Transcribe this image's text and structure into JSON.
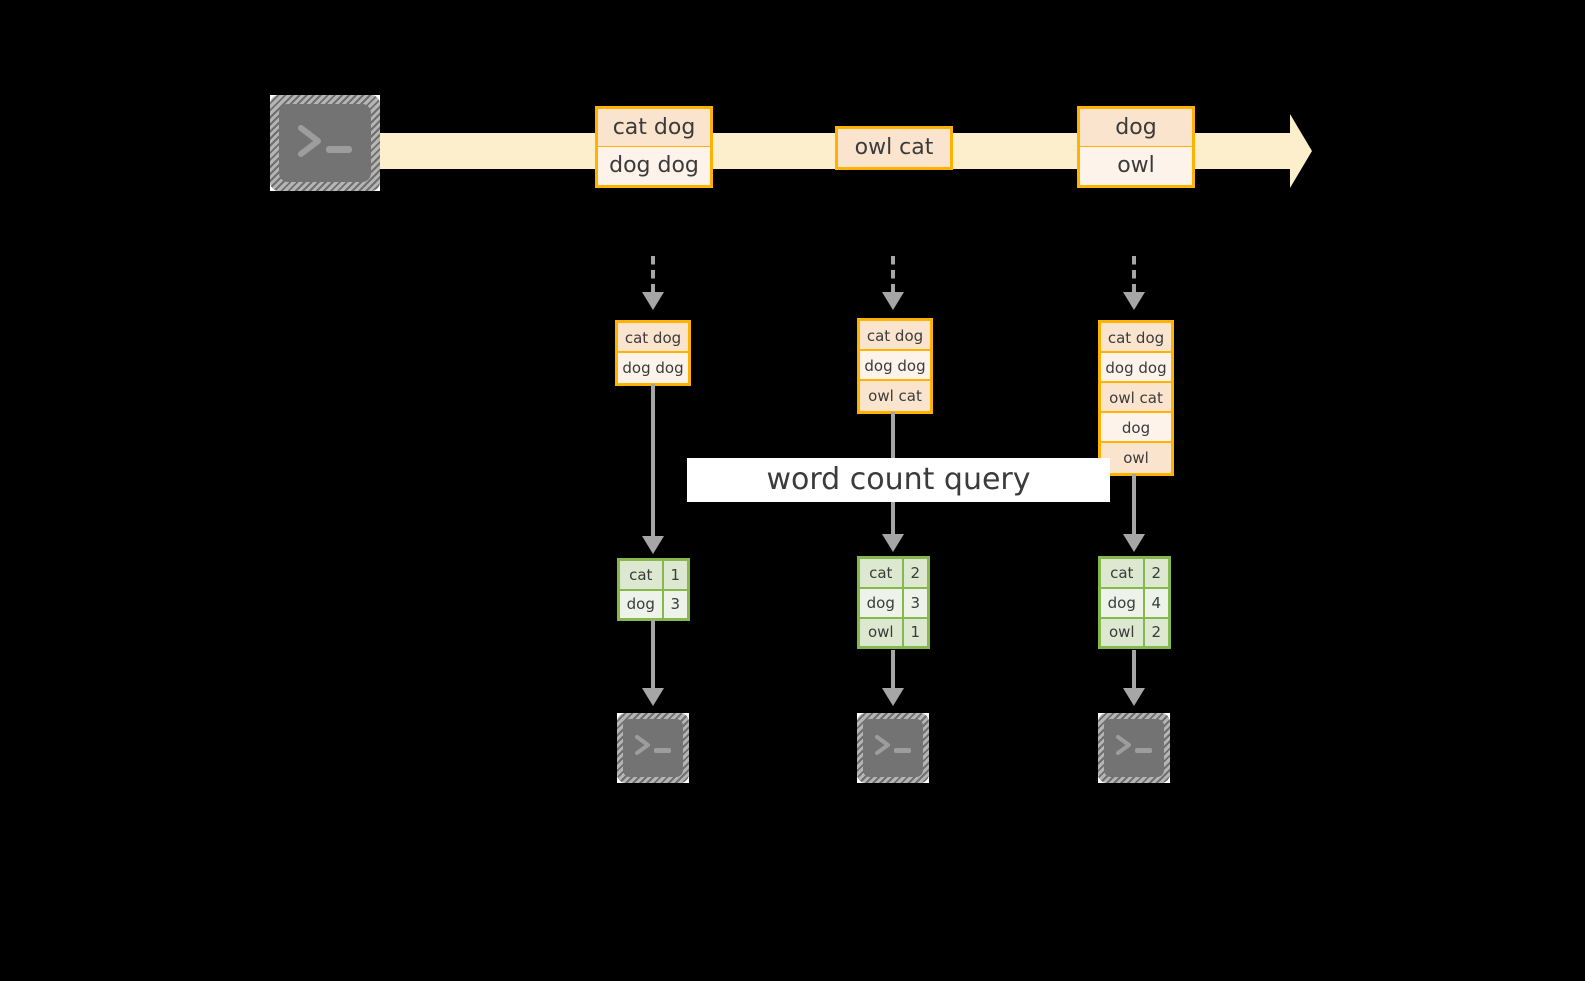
{
  "diagram": {
    "background_color": "#000000",
    "accent_orange": "#FFB200",
    "accent_green": "#85B84D",
    "band_color": "#FDEFCB",
    "arrow_gray": "#A6A6A6",
    "query_label": "word count query",
    "stream": {
      "source_icon": "terminal-icon",
      "messages": [
        {
          "name": "message-1",
          "lines": [
            "cat dog",
            "dog dog"
          ]
        },
        {
          "name": "message-2",
          "lines": [
            "owl cat"
          ]
        },
        {
          "name": "message-3",
          "lines": [
            "dog",
            "owl"
          ]
        }
      ]
    },
    "columns": [
      {
        "name": "snapshot-1",
        "stack_rows": [
          "cat dog",
          "dog dog"
        ],
        "result_header": null,
        "result_rows": [
          {
            "word": "cat",
            "count": "1"
          },
          {
            "word": "dog",
            "count": "3"
          }
        ],
        "sink_icon": "terminal-icon"
      },
      {
        "name": "snapshot-2",
        "stack_rows": [
          "cat dog",
          "dog dog",
          "owl cat"
        ],
        "result_header": null,
        "result_rows": [
          {
            "word": "cat",
            "count": "2"
          },
          {
            "word": "dog",
            "count": "3"
          },
          {
            "word": "owl",
            "count": "1"
          }
        ],
        "sink_icon": "terminal-icon"
      },
      {
        "name": "snapshot-3",
        "stack_rows": [
          "cat dog",
          "dog dog",
          "owl cat",
          "dog",
          "owl"
        ],
        "result_header": null,
        "result_rows": [
          {
            "word": "cat",
            "count": "2"
          },
          {
            "word": "dog",
            "count": "4"
          },
          {
            "word": "owl",
            "count": "2"
          }
        ],
        "sink_icon": "terminal-icon"
      }
    ]
  }
}
